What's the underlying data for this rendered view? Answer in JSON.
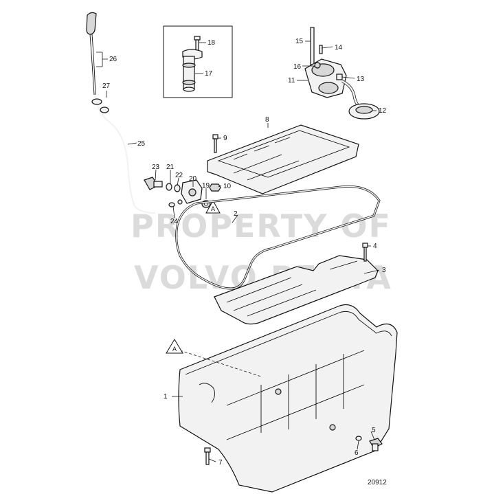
{
  "diagram": {
    "watermark": [
      "PROPERTY OF",
      "VOLVO PENTA"
    ],
    "reference_number": "20912",
    "reference_marker": "A",
    "callouts": {
      "c1": "1",
      "c2": "2",
      "c3": "3",
      "c4": "4",
      "c5": "5",
      "c6": "6",
      "c7": "7",
      "c8": "8",
      "c9": "9",
      "c10": "10",
      "c11": "11",
      "c12": "12",
      "c13": "13",
      "c14": "14",
      "c15": "15",
      "c16": "16",
      "c17": "17",
      "c18": "18",
      "c19": "19",
      "c20": "20",
      "c21": "21",
      "c22": "22",
      "c23": "23",
      "c24": "24",
      "c25": "25",
      "c26": "26",
      "c27": "27"
    }
  }
}
